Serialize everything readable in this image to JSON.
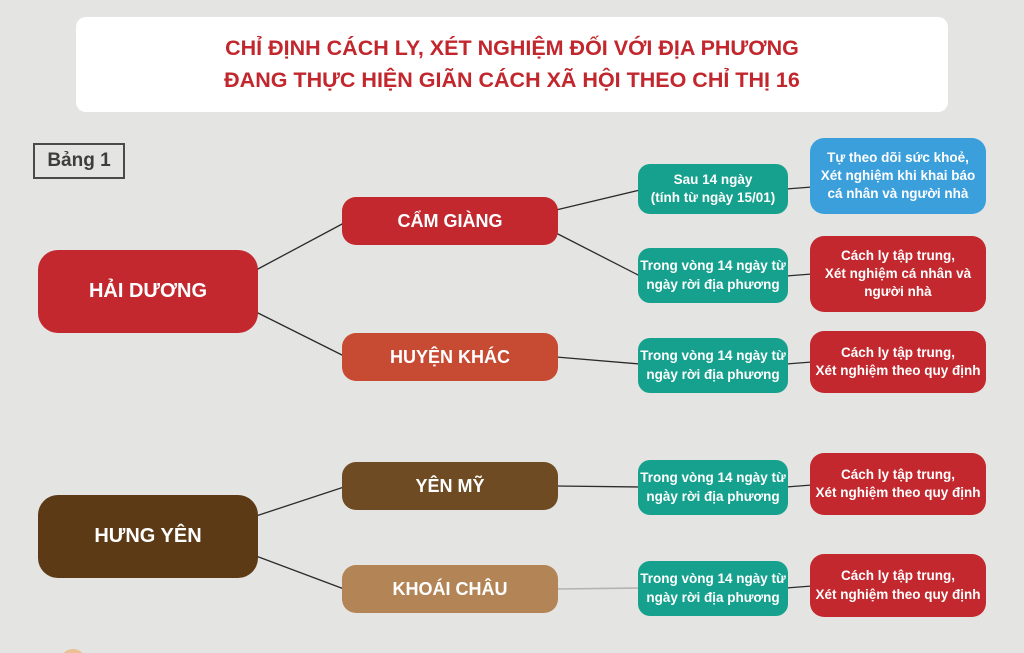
{
  "title": {
    "lines": [
      "CHỈ ĐỊNH CÁCH LY, XÉT NGHIỆM ĐỐI VỚI ĐỊA PHƯƠNG",
      "ĐANG THỰC HIỆN GIÃN CÁCH XÃ HỘI THEO CHỈ THỊ 16"
    ],
    "color": "#c1272d"
  },
  "table_label": "Bảng 1",
  "palette": {
    "background": "#e4e4e3",
    "title_red": "#c1272d",
    "dark_red": "#c2282e",
    "orange_red": "#c74a33",
    "teal": "#16a18e",
    "blue": "#3b9fdc",
    "dark_brown": "#5d3a16",
    "brown": "#6f4b23",
    "tan": "#b28456",
    "connector_line": "#2b2b2b"
  },
  "nodes": {
    "provinces": [
      {
        "label": "HẢI DƯƠNG",
        "color": "#c2282e"
      },
      {
        "label": "HƯNG YÊN",
        "color": "#5d3a16"
      }
    ],
    "districts": [
      {
        "label": "CẨM GIÀNG",
        "parent": "HẢI DƯƠNG",
        "color": "#c2282e"
      },
      {
        "label": "HUYỆN KHÁC",
        "parent": "HẢI DƯƠNG",
        "color": "#c74a33"
      },
      {
        "label": "YÊN MỸ",
        "parent": "HƯNG YÊN",
        "color": "#6f4b23"
      },
      {
        "label": "KHOÁI CHÂU",
        "parent": "HƯNG YÊN",
        "color": "#b28456"
      }
    ],
    "conditions": [
      {
        "lines": [
          "Sau 14 ngày",
          "(tính từ ngày 15/01)"
        ],
        "parent": "CẨM GIÀNG"
      },
      {
        "lines": [
          "Trong vòng 14 ngày từ",
          "ngày rời địa phương"
        ],
        "parent": "CẨM GIÀNG"
      },
      {
        "lines": [
          "Trong vòng 14 ngày từ",
          "ngày rời địa phương"
        ],
        "parent": "HUYỆN KHÁC"
      },
      {
        "lines": [
          "Trong vòng 14 ngày từ",
          "ngày rời địa phương"
        ],
        "parent": "YÊN MỸ"
      },
      {
        "lines": [
          "Trong vòng 14 ngày từ",
          "ngày rời địa phương"
        ],
        "parent": "KHOÁI CHÂU"
      }
    ],
    "outcomes": [
      {
        "lines": [
          "Tự theo dõi sức khoẻ,",
          "Xét nghiệm khi khai báo",
          "cá nhân và người nhà"
        ],
        "style": "blue"
      },
      {
        "lines": [
          "Cách ly tập trung,",
          "Xét nghiệm cá nhân và",
          "người nhà"
        ],
        "style": "red"
      },
      {
        "lines": [
          "Cách ly tập trung,",
          "Xét nghiệm theo quy định"
        ],
        "style": "red"
      },
      {
        "lines": [
          "Cách ly tập trung,",
          "Xét nghiệm theo quy định"
        ],
        "style": "red"
      },
      {
        "lines": [
          "Cách ly tập trung,",
          "Xét nghiệm theo quy định"
        ],
        "style": "red"
      }
    ]
  },
  "connections": [
    {
      "from": "HẢI DƯƠNG",
      "to": "CẨM GIÀNG"
    },
    {
      "from": "HẢI DƯƠNG",
      "to": "HUYỆN KHÁC"
    },
    {
      "from": "CẨM GIÀNG",
      "to": "Sau 14 ngày (tính từ ngày 15/01)"
    },
    {
      "from": "CẨM GIÀNG",
      "to": "Trong vòng 14 ngày từ ngày rời địa phương"
    },
    {
      "from": "HUYỆN KHÁC",
      "to": "Trong vòng 14 ngày từ ngày rời địa phương"
    },
    {
      "from": "HƯNG YÊN",
      "to": "YÊN MỸ"
    },
    {
      "from": "HƯNG YÊN",
      "to": "KHOÁI CHÂU"
    },
    {
      "from": "YÊN MỸ",
      "to": "Trong vòng 14 ngày từ ngày rời địa phương"
    },
    {
      "from": "KHOÁI CHÂU",
      "to": "Trong vòng 14 ngày từ ngày rời địa phương"
    }
  ]
}
